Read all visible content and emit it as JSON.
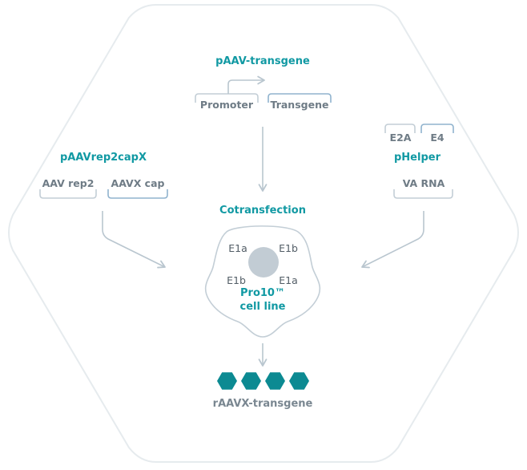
{
  "diagram": {
    "plasmids": {
      "transgene": {
        "title": "pAAV-transgene",
        "genes": [
          "Promoter",
          "Transgene"
        ]
      },
      "rep_cap": {
        "title": "pAAVrep2capX",
        "genes": [
          "AAV rep2",
          "AAVX cap"
        ]
      },
      "helper": {
        "title": "pHelper",
        "genes_top": [
          "E2A",
          "E4"
        ],
        "genes_bottom": [
          "VA RNA"
        ]
      }
    },
    "step": "Cotransfection",
    "cell": {
      "name_line1": "Pro10™",
      "name_line2": "cell line",
      "genes": [
        "E1a",
        "E1b",
        "E1b",
        "E1a"
      ]
    },
    "product": "rAAVX-transgene",
    "product_particle_count": 4
  },
  "colors": {
    "teal": "#1199a3",
    "dark_teal": "#0c8a92",
    "grey_line": "#b9c6cf",
    "blue_bracket": "#90b3ce",
    "nucleus": "#c2ccd4",
    "outline": "#e6ebee"
  }
}
